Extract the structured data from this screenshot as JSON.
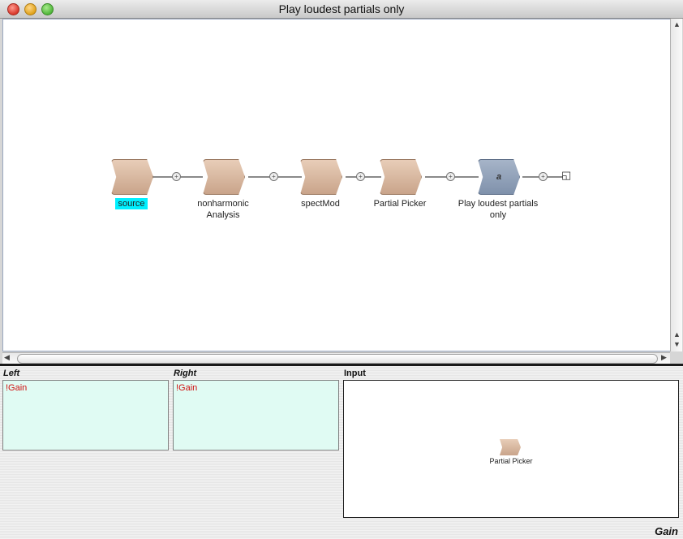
{
  "window": {
    "title": "Play loudest partials only"
  },
  "modules": [
    {
      "label": "source",
      "icon": "source-icon",
      "selected": true
    },
    {
      "label": "nonharmonic\nAnalysis",
      "icon": "analysis-icon"
    },
    {
      "label": "spectMod",
      "icon": "spectrum-icon"
    },
    {
      "label": "Partial Picker",
      "icon": "oscillator-icon"
    },
    {
      "label": "Play loudest partials\nonly",
      "icon": "gain-icon"
    }
  ],
  "gain_glyph": "a",
  "panels": {
    "left": {
      "label": "Left",
      "value": "!Gain"
    },
    "right": {
      "label": "Right",
      "value": "!Gain"
    },
    "input": {
      "label": "Input",
      "module_label": "Partial Picker"
    }
  },
  "status": "Gain",
  "colors": {
    "selection": "#00f0ff",
    "panel_bg": "#e0fbf3",
    "value_text": "#d01010"
  }
}
